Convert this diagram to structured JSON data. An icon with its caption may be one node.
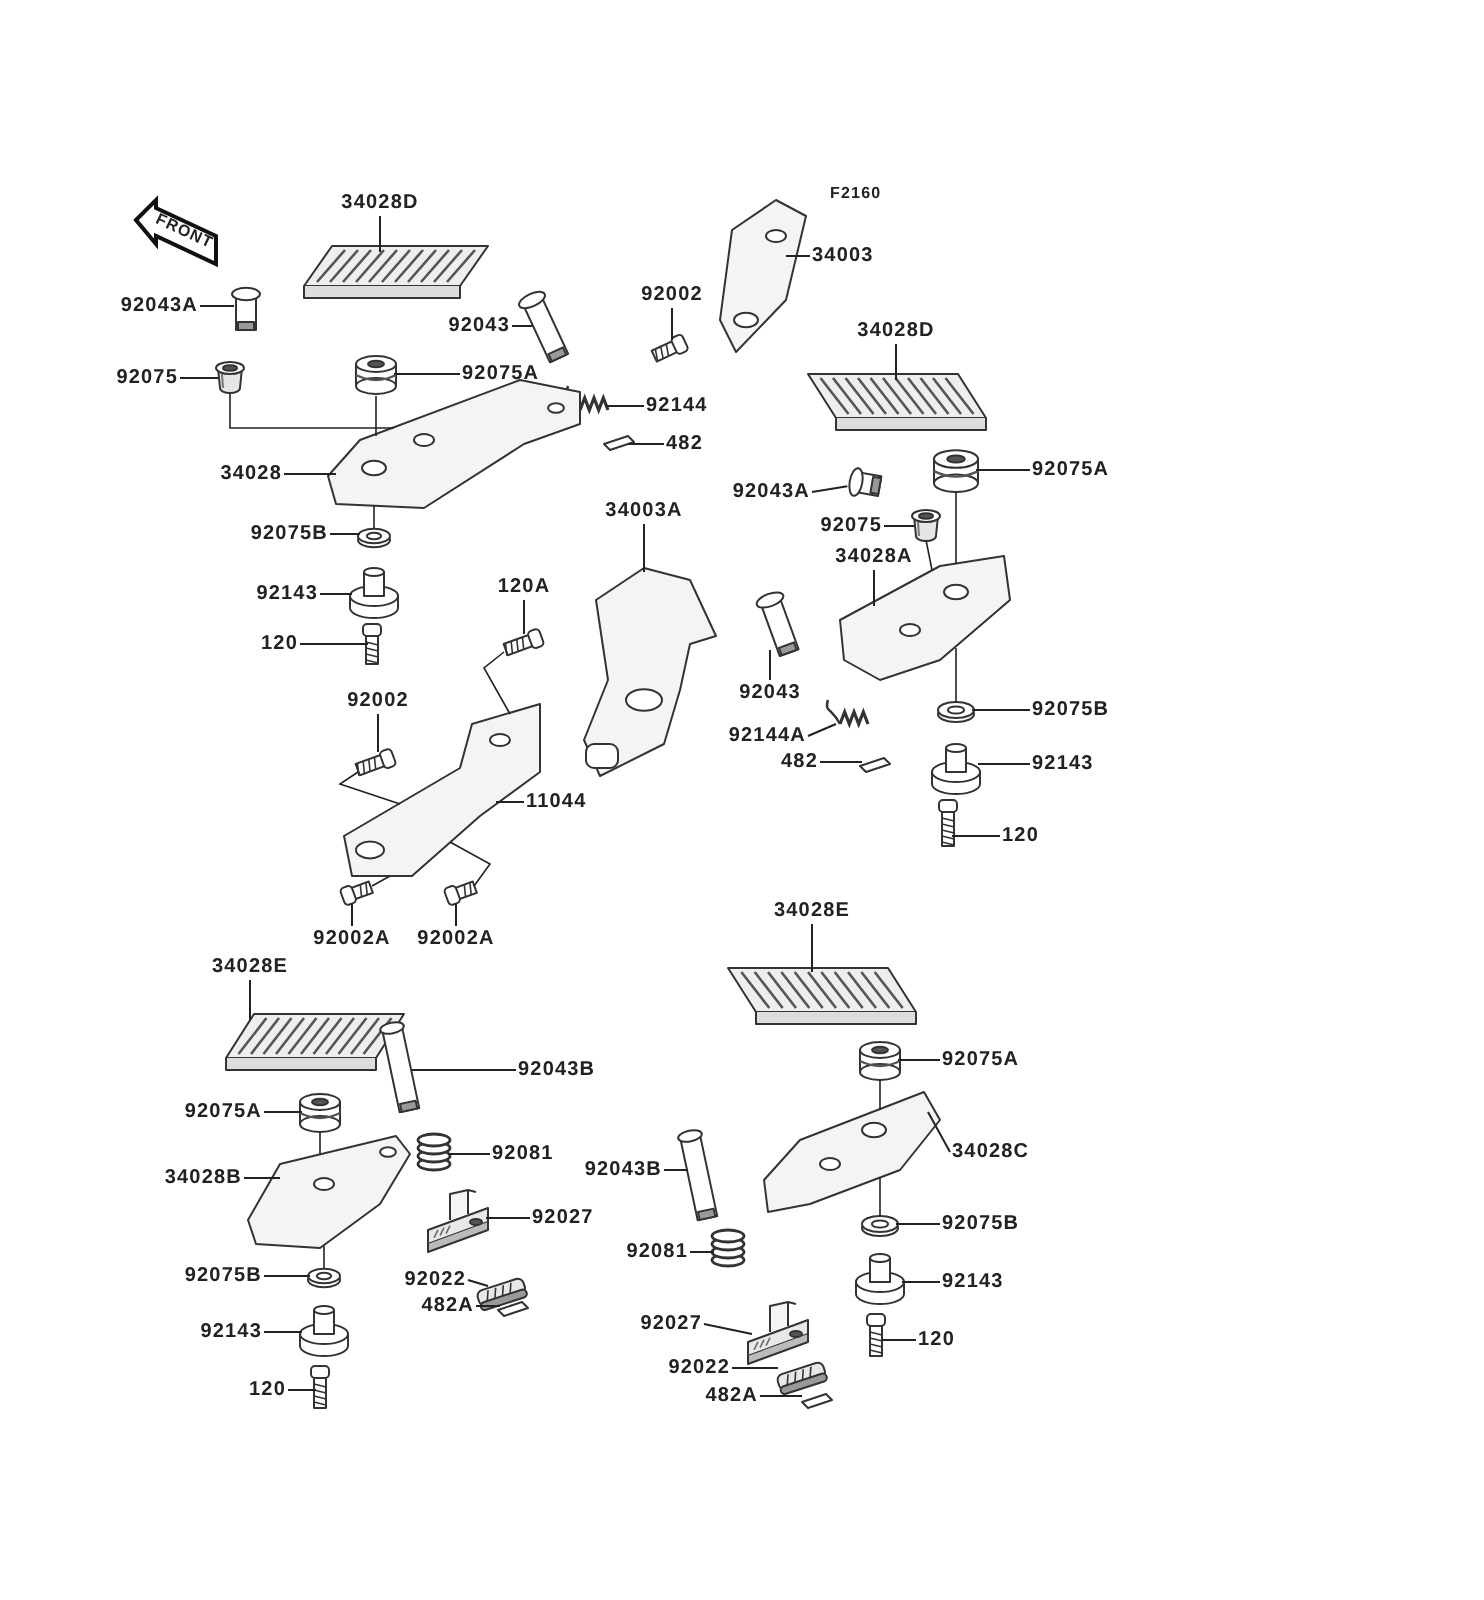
{
  "diagram": {
    "nodes": [
      {
        "text": [
          "34028D"
        ]
      },
      {
        "text": [
          "92043A"
        ]
      },
      {
        "text": [
          "92075"
        ]
      },
      {
        "text": [
          "92075A"
        ]
      },
      {
        "text": [
          "92043"
        ]
      },
      {
        "text": [
          "92002"
        ]
      },
      {
        "text": [
          "34003"
        ]
      },
      {
        "text": [
          "92144"
        ]
      },
      {
        "text": [
          "482"
        ]
      },
      {
        "text": [
          "34028"
        ]
      },
      {
        "text": [
          "92075B"
        ]
      },
      {
        "text": [
          "92143"
        ]
      },
      {
        "text": [
          "120"
        ]
      },
      {
        "text": [
          "120A"
        ]
      },
      {
        "text": [
          "34003A"
        ]
      },
      {
        "text": [
          "92002"
        ]
      },
      {
        "text": [
          "11044"
        ]
      },
      {
        "text": [
          "92002A"
        ]
      },
      {
        "text": [
          "92002A"
        ]
      },
      {
        "text": [
          "34028D"
        ]
      },
      {
        "text": [
          "92043A"
        ]
      },
      {
        "text": [
          "92075"
        ]
      },
      {
        "text": [
          "92075A"
        ]
      },
      {
        "text": [
          "34028A"
        ]
      },
      {
        "text": [
          "92043"
        ]
      },
      {
        "text": [
          "92144A"
        ]
      },
      {
        "text": [
          "482"
        ]
      },
      {
        "text": [
          "92075B"
        ]
      },
      {
        "text": [
          "92143"
        ]
      },
      {
        "text": [
          "120"
        ]
      },
      {
        "text": [
          "34028E"
        ]
      },
      {
        "text": [
          "92043B"
        ]
      },
      {
        "text": [
          "92075A"
        ]
      },
      {
        "text": [
          "92081"
        ]
      },
      {
        "text": [
          "34028B"
        ]
      },
      {
        "text": [
          "92027"
        ]
      },
      {
        "text": [
          "92075B"
        ]
      },
      {
        "text": [
          "92022"
        ]
      },
      {
        "text": [
          "482A"
        ]
      },
      {
        "text": [
          "92143"
        ]
      },
      {
        "text": [
          "120"
        ]
      },
      {
        "text": [
          "34028E"
        ]
      },
      {
        "text": [
          "92043B"
        ]
      },
      {
        "text": [
          "92075A"
        ]
      },
      {
        "text": [
          "34028C"
        ]
      },
      {
        "text": [
          "92081"
        ]
      },
      {
        "text": [
          "92075B"
        ]
      },
      {
        "text": [
          "92027"
        ]
      },
      {
        "text": [
          "92143"
        ]
      },
      {
        "text": [
          "120"
        ]
      },
      {
        "text": [
          "92022"
        ]
      },
      {
        "text": [
          "482A"
        ]
      },
      {
        "text": [],
        "shape": "picture"
      },
      {
        "text": [],
        "shape": "picture"
      },
      {
        "text": [],
        "shape": "picture"
      },
      {
        "text": [],
        "shape": "picture"
      },
      {
        "text": [],
        "shape": "picture"
      },
      {
        "text": [],
        "shape": "picture"
      },
      {
        "text": [],
        "shape": "picture"
      },
      {
        "text": [],
        "shape": "picture"
      },
      {
        "text": [],
        "shape": "picture"
      },
      {
        "text": [],
        "shape": "picture"
      },
      {
        "text": [],
        "shape": "picture"
      },
      {
        "text": [],
        "shape": "picture"
      },
      {
        "text": [],
        "shape": "picture"
      },
      {
        "text": [],
        "shape": "picture"
      },
      {
        "text": [],
        "shape": "picture"
      },
      {
        "text": [],
        "shape": "picture"
      },
      {
        "text": [],
        "shape": "picture"
      },
      {
        "text": [],
        "shape": "picture"
      },
      {
        "text": [],
        "shape": "picture"
      },
      {
        "text": [],
        "shape": "picture"
      },
      {
        "text": [],
        "shape": "picture"
      },
      {
        "text": [],
        "shape": "picture"
      },
      {
        "text": [],
        "shape": "picture"
      },
      {
        "text": [],
        "shape": "picture"
      },
      {
        "text": [],
        "shape": "picture"
      },
      {
        "text": [],
        "shape": "picture"
      },
      {
        "text": [],
        "shape": "picture"
      },
      {
        "text": [],
        "shape": "picture"
      },
      {
        "text": [],
        "shape": "picture"
      },
      {
        "text": [],
        "shape": "picture"
      },
      {
        "text": [],
        "shape": "picture"
      },
      {
        "text": [],
        "shape": "picture"
      },
      {
        "text": [],
        "shape": "picture"
      },
      {
        "text": [],
        "shape": "picture"
      },
      {
        "text": [],
        "shape": "picture"
      },
      {
        "text": [],
        "shape": "picture"
      },
      {
        "text": [],
        "shape": "picture"
      },
      {
        "text": [],
        "shape": "picture"
      },
      {
        "text": [],
        "shape": "picture"
      },
      {
        "text": [],
        "shape": "picture"
      },
      {
        "text": [],
        "shape": "picture"
      },
      {
        "text": [],
        "shape": "picture"
      },
      {
        "text": [],
        "shape": "picture"
      },
      {
        "text": [],
        "shape": "picture"
      },
      {
        "text": [],
        "shape": "picture"
      },
      {
        "text": [],
        "shape": "picture"
      },
      {
        "text": [],
        "shape": "picture"
      },
      {
        "text": [],
        "shape": "picture"
      },
      {
        "text": [],
        "shape": "picture"
      },
      {
        "text": [],
        "shape": "picture"
      },
      {
        "text": [],
        "shape": "picture"
      },
      {
        "text": [],
        "shape": "picture"
      }
    ],
    "edges": [
      {
        "from": 0,
        "to": 52,
        "arrow": "none"
      },
      {
        "from": 1,
        "to": 53,
        "arrow": "none"
      },
      {
        "from": 2,
        "to": 54,
        "arrow": "none"
      },
      {
        "from": 3,
        "to": 55,
        "arrow": "none"
      },
      {
        "from": 4,
        "to": 56,
        "arrow": "none"
      },
      {
        "from": 5,
        "to": 57,
        "arrow": "none"
      },
      {
        "from": 6,
        "to": 58,
        "arrow": "none"
      },
      {
        "from": 7,
        "to": 59,
        "arrow": "none"
      },
      {
        "from": 8,
        "to": 60,
        "arrow": "none"
      },
      {
        "from": 9,
        "to": 61,
        "arrow": "none"
      },
      {
        "from": 10,
        "to": 62,
        "arrow": "none"
      },
      {
        "from": 11,
        "to": 63,
        "arrow": "none"
      },
      {
        "from": 12,
        "to": 64,
        "arrow": "none"
      },
      {
        "from": 13,
        "to": 65,
        "arrow": "none"
      },
      {
        "from": 14,
        "to": 66,
        "arrow": "none"
      },
      {
        "from": 15,
        "to": 67,
        "arrow": "none"
      },
      {
        "from": 16,
        "to": 68,
        "arrow": "none"
      },
      {
        "from": 17,
        "to": 69,
        "arrow": "none"
      },
      {
        "from": 18,
        "to": 70,
        "arrow": "none"
      },
      {
        "from": 19,
        "to": 71,
        "arrow": "none"
      },
      {
        "from": 20,
        "to": 72,
        "arrow": "none"
      },
      {
        "from": 21,
        "to": 73,
        "arrow": "none"
      },
      {
        "from": 22,
        "to": 74,
        "arrow": "none"
      },
      {
        "from": 23,
        "to": 75,
        "arrow": "none"
      },
      {
        "from": 24,
        "to": 76,
        "arrow": "none"
      },
      {
        "from": 25,
        "to": 77,
        "arrow": "none"
      },
      {
        "from": 26,
        "to": 78,
        "arrow": "none"
      },
      {
        "from": 27,
        "to": 79,
        "arrow": "none"
      },
      {
        "from": 28,
        "to": 80,
        "arrow": "none"
      },
      {
        "from": 29,
        "to": 81,
        "arrow": "none"
      },
      {
        "from": 30,
        "to": 82,
        "arrow": "none"
      },
      {
        "from": 31,
        "to": 83,
        "arrow": "none"
      },
      {
        "from": 32,
        "to": 84,
        "arrow": "none"
      },
      {
        "from": 33,
        "to": 85,
        "arrow": "none"
      },
      {
        "from": 34,
        "to": 86,
        "arrow": "none"
      },
      {
        "from": 35,
        "to": 87,
        "arrow": "none"
      },
      {
        "from": 36,
        "to": 88,
        "arrow": "none"
      },
      {
        "from": 37,
        "to": 89,
        "arrow": "none"
      },
      {
        "from": 38,
        "to": 90,
        "arrow": "none"
      },
      {
        "from": 39,
        "to": 91,
        "arrow": "none"
      },
      {
        "from": 40,
        "to": 92,
        "arrow": "none"
      },
      {
        "from": 41,
        "to": 93,
        "arrow": "none"
      },
      {
        "from": 42,
        "to": 94,
        "arrow": "none"
      },
      {
        "from": 43,
        "to": 95,
        "arrow": "none"
      },
      {
        "from": 44,
        "to": 96,
        "arrow": "none"
      },
      {
        "from": 45,
        "to": 97,
        "arrow": "none"
      },
      {
        "from": 46,
        "to": 98,
        "arrow": "none"
      },
      {
        "from": 47,
        "to": 99,
        "arrow": "none"
      },
      {
        "from": 48,
        "to": 100,
        "arrow": "none"
      },
      {
        "from": 49,
        "to": 101,
        "arrow": "none"
      },
      {
        "from": 50,
        "to": 102,
        "arrow": "none"
      },
      {
        "from": 51,
        "to": 103,
        "arrow": "none"
      },
      {
        "from": 54,
        "to": 61,
        "arrow": "none"
      },
      {
        "from": 55,
        "to": 61,
        "arrow": "none"
      },
      {
        "from": 61,
        "to": 62,
        "arrow": "none"
      },
      {
        "from": 65,
        "to": 68,
        "arrow": "none"
      },
      {
        "from": 67,
        "to": 68,
        "arrow": "none"
      },
      {
        "from": 69,
        "to": 68,
        "arrow": "none"
      },
      {
        "from": 70,
        "to": 68,
        "arrow": "none"
      },
      {
        "from": 73,
        "to": 75,
        "arrow": "none"
      },
      {
        "from": 74,
        "to": 75,
        "arrow": "none"
      },
      {
        "from": 75,
        "to": 79,
        "arrow": "none"
      },
      {
        "from": 84,
        "to": 86,
        "arrow": "none"
      },
      {
        "from": 86,
        "to": 88,
        "arrow": "none"
      },
      {
        "from": 95,
        "to": 96,
        "arrow": "none"
      },
      {
        "from": 96,
        "to": 98,
        "arrow": "none"
      }
    ],
    "labels": [
      "FRONT",
      "F2160"
    ]
  }
}
